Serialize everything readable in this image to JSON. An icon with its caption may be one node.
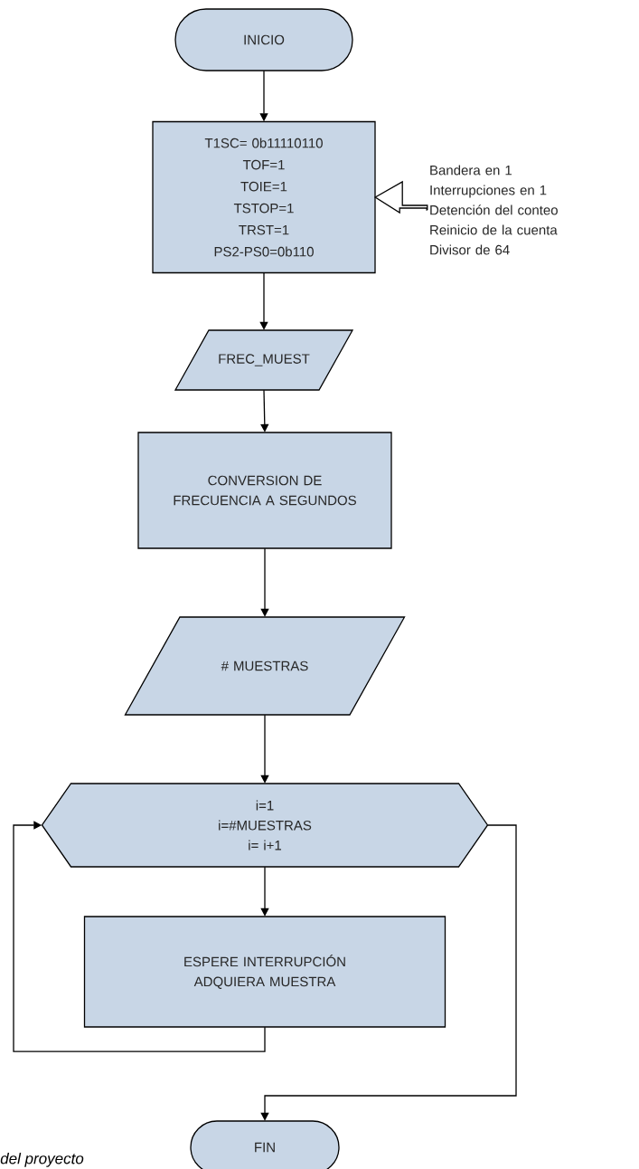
{
  "diagram": {
    "nodes": [
      {
        "text": [
          "INICIO"
        ]
      },
      {
        "text": [
          "T1SC= 0b11110110",
          "TOF=1",
          "TOIE=1",
          "TSTOP=1",
          "TRST=1",
          "PS2-PS0=0b110"
        ]
      },
      {
        "text": [
          "Bandera en 1",
          "Interrupciones en 1",
          "Detención del conteo",
          "Reinicio de la cuenta",
          "Divisor de 64"
        ]
      },
      {
        "text": [
          "FREC_MUEST"
        ]
      },
      {
        "text": [
          "CONVERSION DE FRECUENCIA A SEGUNDOS"
        ]
      },
      {
        "text": [
          "# MUESTRAS"
        ]
      },
      {
        "text": [
          "i=1",
          "i=#MUESTRAS",
          "i= i+1"
        ]
      },
      {
        "text": [
          "ESPERE INTERRUPCIÓN ADQUIERA MUESTRA"
        ]
      },
      {
        "text": [
          "FIN"
        ]
      }
    ],
    "edges": [
      {
        "from": 0,
        "to": 1,
        "arrow": "to"
      },
      {
        "from": 2,
        "to": 1,
        "arrow": "to",
        "style": "thick"
      },
      {
        "from": 1,
        "to": 3,
        "arrow": "to"
      },
      {
        "from": 3,
        "to": 4,
        "arrow": "to"
      },
      {
        "from": 4,
        "to": 5,
        "arrow": "to"
      },
      {
        "from": 5,
        "to": 6,
        "arrow": "to"
      },
      {
        "from": 6,
        "to": 7,
        "arrow": "to"
      },
      {
        "from": 7,
        "to": 6,
        "arrow": "to"
      },
      {
        "from": 6,
        "to": 8,
        "arrow": "to"
      }
    ],
    "labels": [
      "del proyecto"
    ]
  }
}
